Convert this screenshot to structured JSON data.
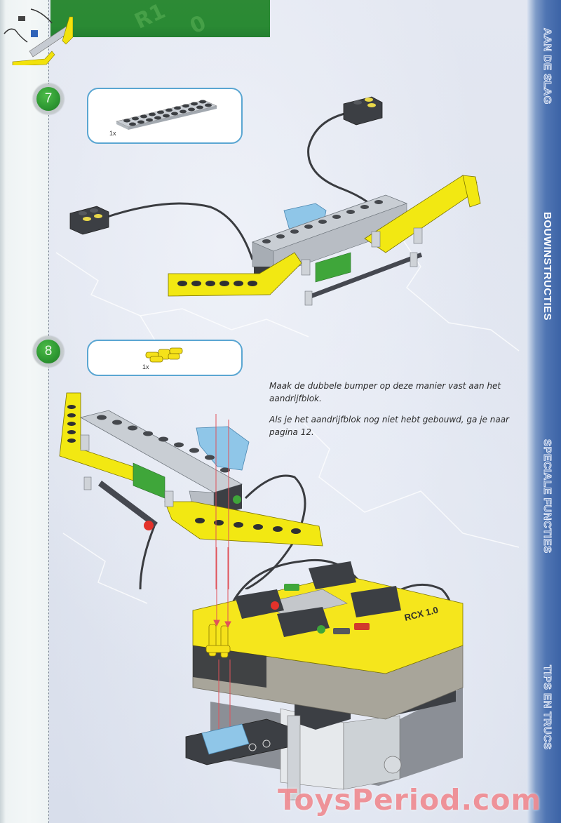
{
  "page": {
    "background_color": "#dfe4ef",
    "margin_color": "#f1f5f6",
    "banner_color": "#2a8a34",
    "accent_blue": "#5aa6d2"
  },
  "side_tabs": [
    {
      "label": "AAN DE SLAG",
      "active": false
    },
    {
      "label": "BOUWINSTRUCTIES",
      "active": true
    },
    {
      "label": "SPECIALE FUNCTIES",
      "active": false
    },
    {
      "label": "TIPS EN TRUCS",
      "active": false
    }
  ],
  "steps": [
    {
      "number": "7",
      "parts": [
        {
          "name": "plate-2x10-light-gray",
          "quantity": "1x"
        }
      ],
      "illustration": "bumper-assembly-with-touch-sensors"
    },
    {
      "number": "8",
      "parts": [
        {
          "name": "double-connector-peg-yellow",
          "quantity": "1x"
        }
      ],
      "illustration": "bumper-attached-to-rcx-drive-block",
      "rcx_label": "RCX 1.0"
    }
  ],
  "instructions": {
    "paragraph_1": "Maak de dubbele bumper op deze manier vast aan het aandrijfblok.",
    "paragraph_2": "Als je het aandrijfblok nog niet hebt gebouwd, ga je naar pagina 12."
  },
  "watermark": "ToysPeriod.com"
}
